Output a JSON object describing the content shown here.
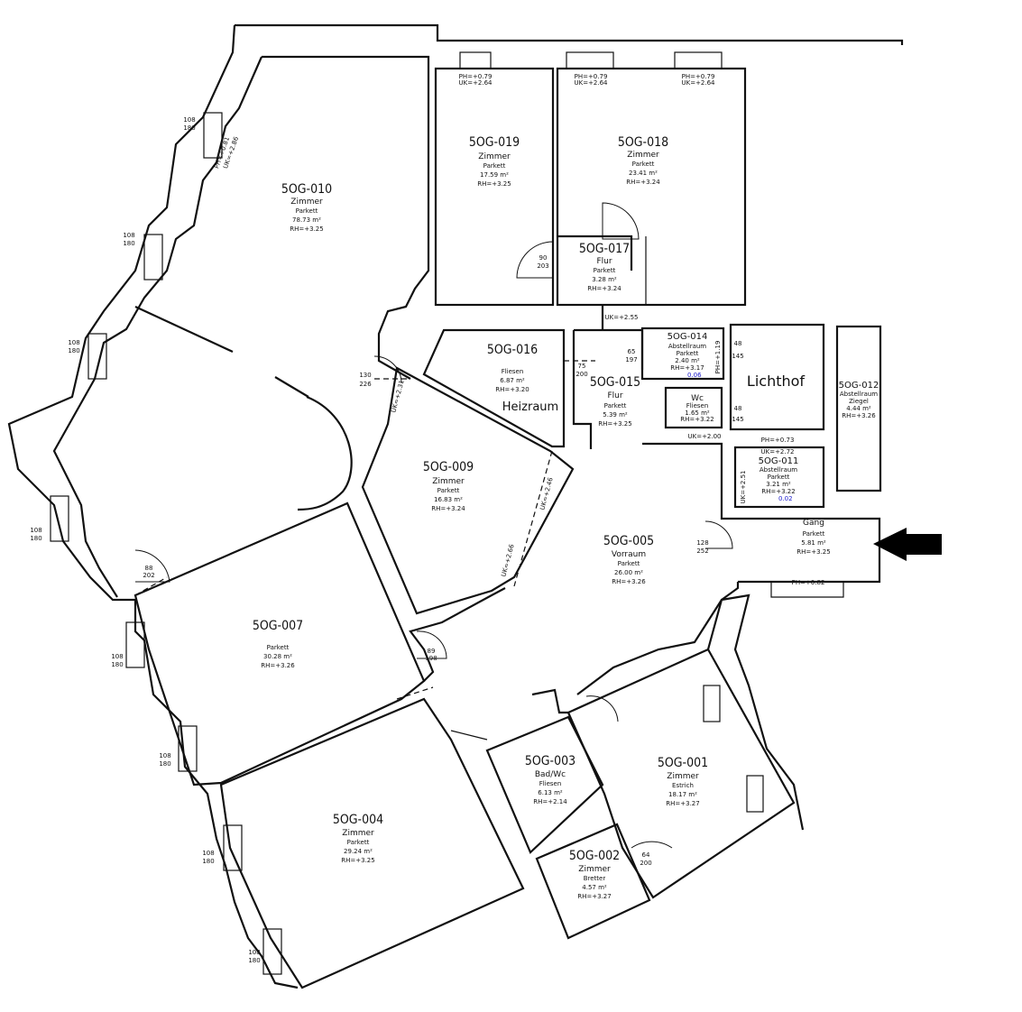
{
  "rooms": [
    {
      "key": "r010",
      "id": "5OG-010",
      "use": "Zimmer",
      "floor": "Parkett",
      "area": "78.73 m²",
      "rh": "RH=+3.25"
    },
    {
      "key": "r019",
      "id": "5OG-019",
      "use": "Zimmer",
      "floor": "Parkett",
      "area": "17.59 m²",
      "rh": "RH=+3.25"
    },
    {
      "key": "r018",
      "id": "5OG-018",
      "use": "Zimmer",
      "floor": "Parkett",
      "area": "23.41 m²",
      "rh": "RH=+3.24"
    },
    {
      "key": "r017",
      "id": "5OG-017",
      "use": "Flur",
      "floor": "Parkett",
      "area": "3.28 m²",
      "rh": "RH=+3.24"
    },
    {
      "key": "r016",
      "id": "5OG-016",
      "use": "",
      "floor": "Fliesen",
      "area": "6.87 m²",
      "rh": "RH=+3.20"
    },
    {
      "key": "r015",
      "id": "5OG-015",
      "use": "Flur",
      "floor": "Parkett",
      "area": "5.39 m²",
      "rh": "RH=+3.25"
    },
    {
      "key": "r014",
      "id": "5OG-014",
      "use": "Abstellraum",
      "floor": "Parkett",
      "area": "2.40 m²",
      "rh": "RH=+3.17"
    },
    {
      "key": "rwc",
      "id": "",
      "use": "Wc",
      "floor": "Fliesen",
      "area": "1.65 m²",
      "rh": "RH=+3.22"
    },
    {
      "key": "r012",
      "id": "5OG-012",
      "use": "Abstellraum",
      "floor": "Ziegel",
      "area": "4.44 m²",
      "rh": "RH=+3.26"
    },
    {
      "key": "r011",
      "id": "5OG-011",
      "use": "Abstellraum",
      "floor": "Parkett",
      "area": "3.21 m²",
      "rh": "RH=+3.22"
    },
    {
      "key": "r009",
      "id": "5OG-009",
      "use": "Zimmer",
      "floor": "Parkett",
      "area": "16.83 m²",
      "rh": "RH=+3.24"
    },
    {
      "key": "r005",
      "id": "5OG-005",
      "use": "Vorraum",
      "floor": "Parkett",
      "area": "26.00 m²",
      "rh": "RH=+3.26"
    },
    {
      "key": "rgang",
      "id": "",
      "use": "Gang",
      "floor": "Parkett",
      "area": "5.81 m²",
      "rh": "RH=+3.25"
    },
    {
      "key": "r007",
      "id": "5OG-007",
      "use": "",
      "floor": "Parkett",
      "area": "30.28 m²",
      "rh": "RH=+3.26"
    },
    {
      "key": "r004",
      "id": "5OG-004",
      "use": "Zimmer",
      "floor": "Parkett",
      "area": "29.24 m²",
      "rh": "RH=+3.25"
    },
    {
      "key": "r003",
      "id": "5OG-003",
      "use": "Bad/Wc",
      "floor": "Fliesen",
      "area": "6.13 m²",
      "rh": "RH=+2.14"
    },
    {
      "key": "r001",
      "id": "5OG-001",
      "use": "Zimmer",
      "floor": "Estrich",
      "area": "18.17 m²",
      "rh": "RH=+3.27"
    },
    {
      "key": "r002",
      "id": "5OG-002",
      "use": "Zimmer",
      "floor": "Bretter",
      "area": "4.57 m²",
      "rh": "RH=+3.27"
    }
  ],
  "labels": {
    "lichthof": "Lichthof",
    "heizraum": "Heizraum"
  },
  "annotations": {
    "door_90": "90",
    "door_203": "203",
    "door_75": "75",
    "door_200": "200",
    "door_65": "65",
    "door_197": "197",
    "door_130": "130",
    "door_226": "226",
    "door_128": "128",
    "door_252": "252",
    "door_88": "88",
    "door_202": "202",
    "door_89": "89",
    "door_198": "198",
    "door_64": "64",
    "dim_48": "48",
    "dim_145": "145",
    "win_108": "108",
    "win_180": "180",
    "ph_079": "PH=+0.79",
    "uk_264": "UK=+2.64",
    "uk_255": "UK=+2.55",
    "uk_200": "UK=+2.00",
    "uk_272": "UK=+2.72",
    "ph_073": "PH=+0.73",
    "ph_082": "PH=+0.82",
    "ph_119": "PH=+1.19",
    "uk_231": "UK=+2.31",
    "uk_246": "UK=+2.46",
    "uk_251": "UK=+2.51",
    "uk_266": "UK=+2.66",
    "ph_081": "PH=+0.81",
    "uk_286": "UK=+2.86",
    "blue_006": "0.06",
    "blue_002": "0.02"
  },
  "arrow": {
    "icon": "entrance-arrow-icon",
    "color": "#000000"
  }
}
